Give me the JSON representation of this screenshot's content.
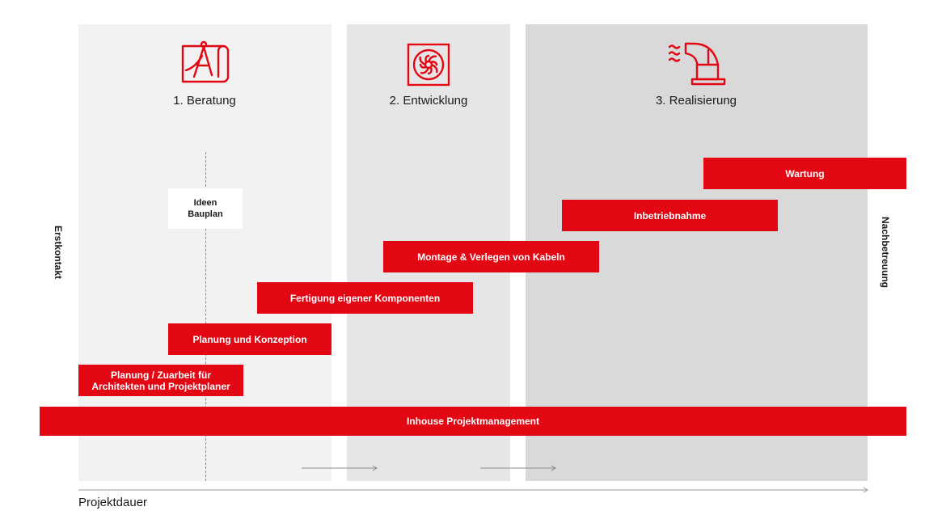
{
  "phases": [
    {
      "title": "1. Beratung",
      "icon": "blueprint-compass-icon"
    },
    {
      "title": "2. Entwicklung",
      "icon": "fan-icon"
    },
    {
      "title": "3. Realisierung",
      "icon": "ventilation-duct-icon"
    }
  ],
  "milestone": {
    "line1": "Ideen",
    "line2": "Bauplan"
  },
  "bars": [
    {
      "label": "Wartung"
    },
    {
      "label": "Inbetriebnahme"
    },
    {
      "label": "Montage & Verlegen von Kabeln"
    },
    {
      "label": "Fertigung eigener Komponenten"
    },
    {
      "label": "Planung und Konzeption"
    },
    {
      "line1": "Planung / Zuarbeit für",
      "line2": "Architekten und Projektplaner"
    },
    {
      "label": "Inhouse Projektmanagement"
    }
  ],
  "side_labels": {
    "left": "Erstkontakt",
    "right": "Nachbetreuung"
  },
  "axis_label": "Projektdauer",
  "colors": {
    "accent": "#e30613",
    "phase1": "#f2f2f2",
    "phase2": "#e6e6e6",
    "phase3": "#d9d9d9"
  }
}
